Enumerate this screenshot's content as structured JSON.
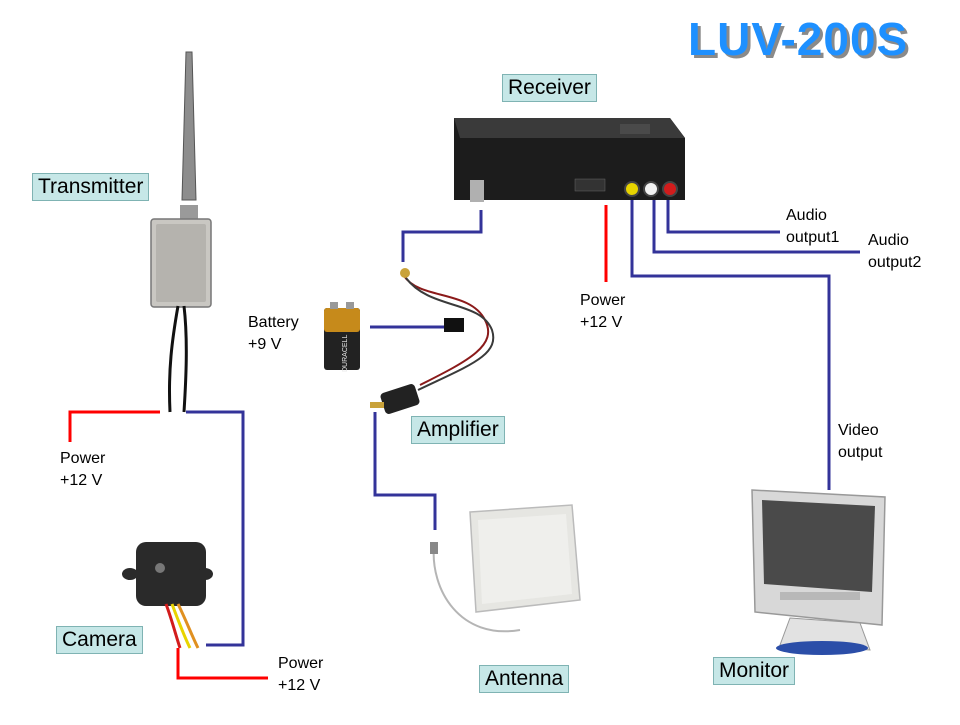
{
  "title": "LUV-200S",
  "labels": {
    "receiver": "Receiver",
    "transmitter": "Transmitter",
    "amplifier": "Amplifier",
    "camera": "Camera",
    "antenna": "Antenna",
    "monitor": "Monitor"
  },
  "annotations": {
    "battery_line1": "Battery",
    "battery_line2": "+9 V",
    "power_receiver_line1": "Power",
    "power_receiver_line2": "+12 V",
    "power_transmitter_line1": "Power",
    "power_transmitter_line2": "+12 V",
    "power_camera_line1": "Power",
    "power_camera_line2": "+12 V",
    "audio1_line1": "Audio",
    "audio1_line2": "output1",
    "audio2_line1": "Audio",
    "audio2_line2": "output2",
    "video_line1": "Video",
    "video_line2": "output"
  },
  "device_text": {
    "battery_brand": "DURACELL"
  },
  "colors": {
    "title": "#1e90ff",
    "label_bg": "#c6e7e7",
    "power_wire": "#ff0000",
    "signal_wire": "#333399"
  }
}
